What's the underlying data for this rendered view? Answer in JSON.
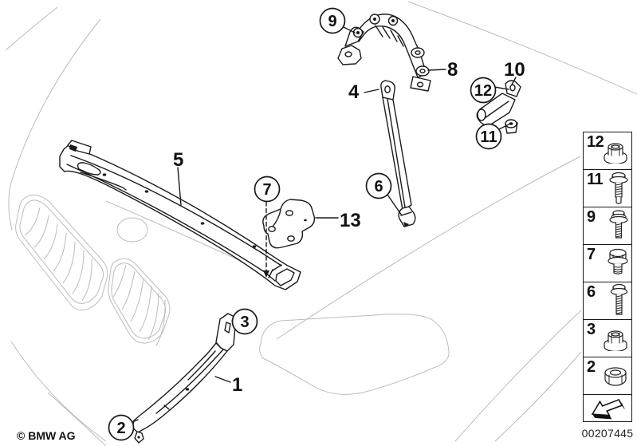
{
  "drawing": {
    "copyright": "© BMW AG",
    "callouts_plain": [
      {
        "id": "1",
        "label": "1"
      },
      {
        "id": "4",
        "label": "4"
      },
      {
        "id": "5",
        "label": "5"
      },
      {
        "id": "8",
        "label": "8"
      },
      {
        "id": "10",
        "label": "10"
      },
      {
        "id": "13",
        "label": "13"
      }
    ],
    "callouts_circled": [
      {
        "id": "2",
        "label": "2"
      },
      {
        "id": "3",
        "label": "3"
      },
      {
        "id": "6",
        "label": "6"
      },
      {
        "id": "7",
        "label": "7"
      },
      {
        "id": "9",
        "label": "9"
      },
      {
        "id": "11",
        "label": "11"
      },
      {
        "id": "12",
        "label": "12"
      }
    ]
  },
  "legend": {
    "rows": [
      {
        "ref": "12",
        "icon": "flange-nut-icon"
      },
      {
        "ref": "11",
        "icon": "flange-bolt-icon"
      },
      {
        "ref": "9",
        "icon": "washer-bolt-icon"
      },
      {
        "ref": "7",
        "icon": "hex-bolt-icon"
      },
      {
        "ref": "6",
        "icon": "threaded-bolt-icon"
      },
      {
        "ref": "3",
        "icon": "flange-nut-icon"
      },
      {
        "ref": "2",
        "icon": "hex-nut-icon"
      }
    ],
    "image_number": "00207445"
  },
  "colors": {
    "ink": "#1a1a1a",
    "contour": "#bcbcbc",
    "background": "#ffffff"
  }
}
